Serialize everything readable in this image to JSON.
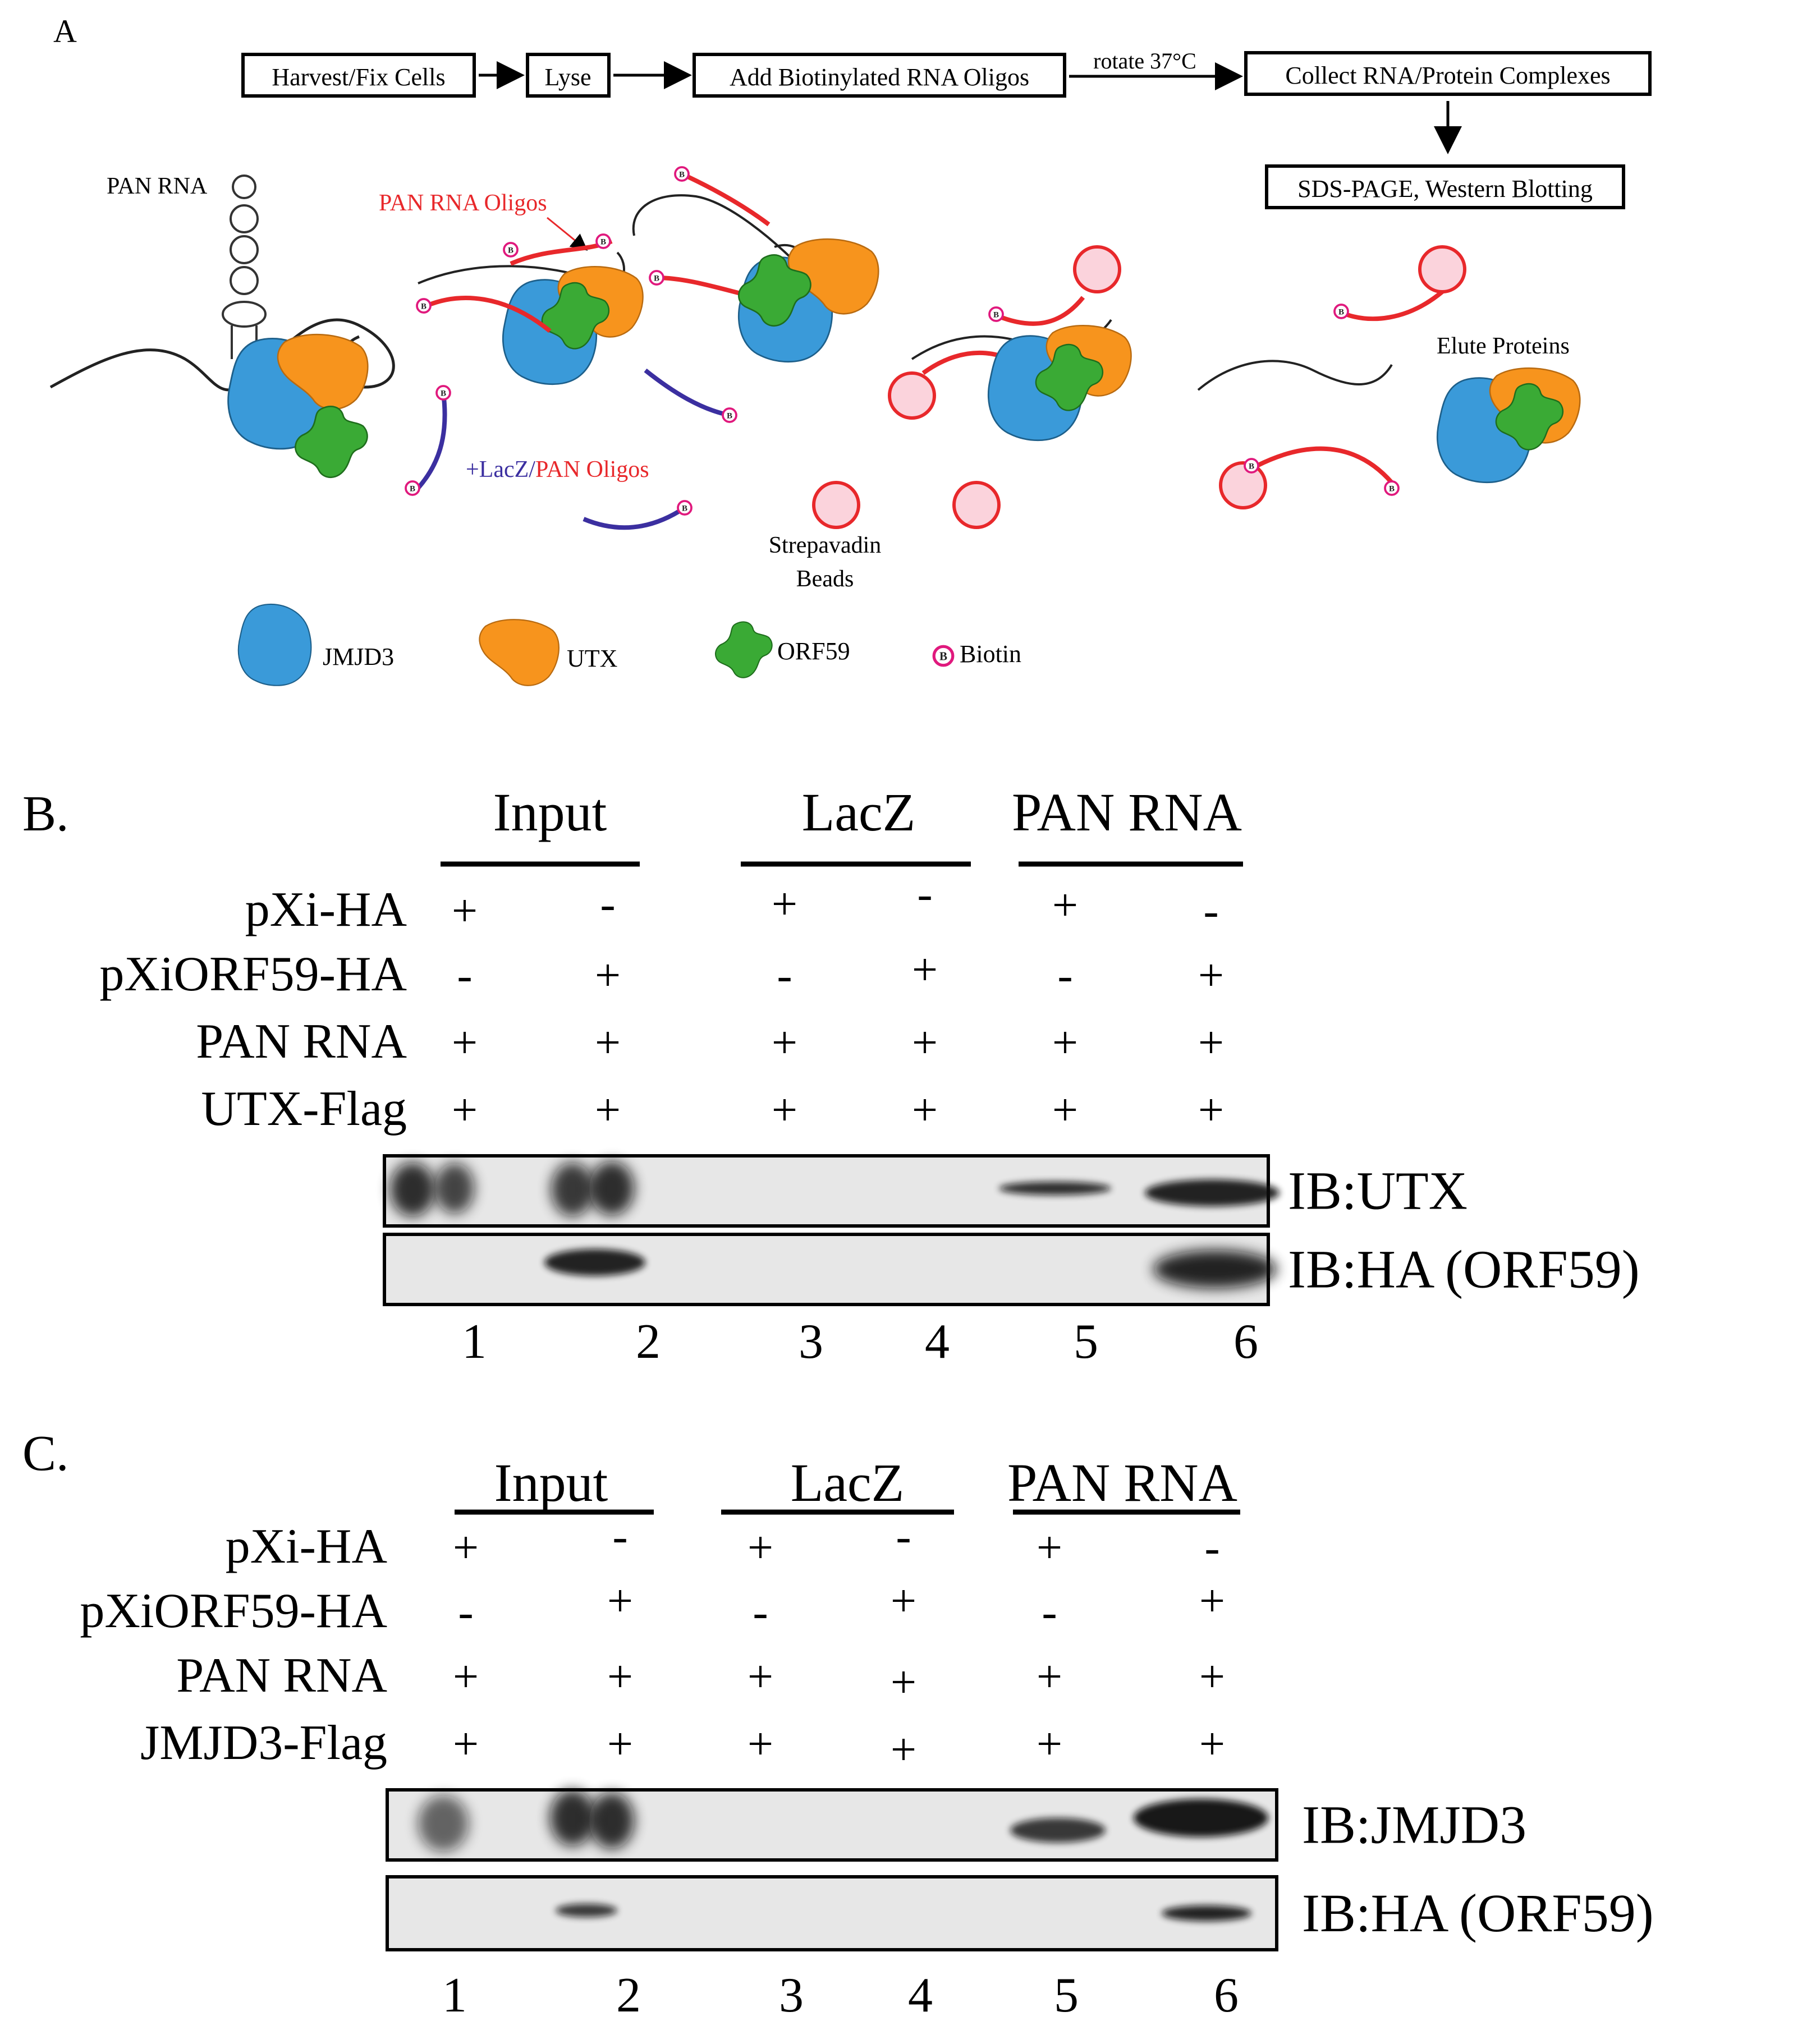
{
  "panel_a": {
    "label": "A",
    "flow": {
      "step1": "Harvest/Fix Cells",
      "step2": "Lyse",
      "step3": "Add Biotinylated RNA Oligos",
      "arrow_label": "rotate 37°C",
      "step4": "Collect RNA/Protein Complexes",
      "step5": "SDS-PAGE, Western Blotting"
    },
    "labels": {
      "pan_rna": "PAN RNA",
      "pan_oligos": "PAN RNA Oligos",
      "lacz_prefix": "+LacZ/",
      "lacz_suffix": "PAN Oligos",
      "beads_line1": "Strepavadin",
      "beads_line2": "Beads",
      "elute": "Elute Proteins",
      "biotin_glyph": "B"
    },
    "legend": {
      "jmjd3": "JMJD3",
      "utx": "UTX",
      "orf59": "ORF59",
      "biotin": "Biotin"
    },
    "colors": {
      "jmjd3": "#3a9ad9",
      "utx": "#f7941d",
      "orf59": "#3aaa35",
      "pan_oligo": "#e8282b",
      "lacz_oligo": "#3b2fa0",
      "bead_fill": "#fbd3dc",
      "bead_stroke": "#e8282b",
      "biotin": "#e0197d"
    }
  },
  "panel_b": {
    "label": "B.",
    "groups": [
      "Input",
      "LacZ",
      "PAN RNA"
    ],
    "rows": [
      {
        "name": "pXi-HA",
        "signs": [
          "+",
          "-",
          "+",
          "-",
          "+",
          "-"
        ]
      },
      {
        "name": "pXiORF59-HA",
        "signs": [
          "-",
          "+",
          "-",
          "+",
          "-",
          "+"
        ]
      },
      {
        "name": "PAN RNA",
        "signs": [
          "+",
          "+",
          "+",
          "+",
          "+",
          "+"
        ]
      },
      {
        "name": "UTX-Flag",
        "signs": [
          "+",
          "+",
          "+",
          "+",
          "+",
          "+"
        ]
      }
    ],
    "blots": [
      "IB:UTX",
      "IB:HA (ORF59)"
    ],
    "lanes": [
      "1",
      "2",
      "3",
      "4",
      "5",
      "6"
    ]
  },
  "panel_c": {
    "label": "C.",
    "groups": [
      "Input",
      "LacZ",
      "PAN RNA"
    ],
    "rows": [
      {
        "name": "pXi-HA",
        "signs": [
          "+",
          "-",
          "+",
          "-",
          "+",
          "-"
        ]
      },
      {
        "name": "pXiORF59-HA",
        "signs": [
          "-",
          "+",
          "-",
          "+",
          "-",
          "+"
        ]
      },
      {
        "name": "PAN RNA",
        "signs": [
          "+",
          "+",
          "+",
          "+",
          "+",
          "+"
        ]
      },
      {
        "name": "JMJD3-Flag",
        "signs": [
          "+",
          "+",
          "+",
          "+",
          "+",
          "+"
        ]
      }
    ],
    "blots": [
      "IB:JMJD3",
      "IB:HA (ORF59)"
    ],
    "lanes": [
      "1",
      "2",
      "3",
      "4",
      "5",
      "6"
    ]
  }
}
